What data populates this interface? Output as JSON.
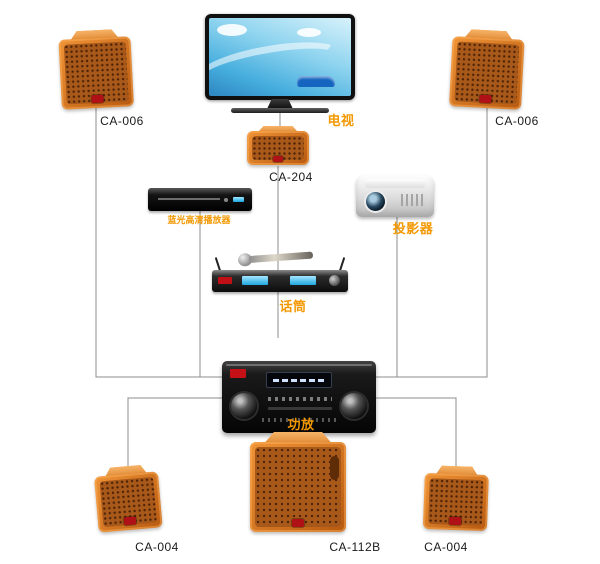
{
  "colors": {
    "label_orange": "#f39800",
    "label_black": "#1a1a1a",
    "line_gray": "#8c8c8c",
    "speaker_orange": "#d4722a"
  },
  "devices": {
    "speaker_top_left": {
      "label": "CA-006"
    },
    "tv": {
      "label": "电视"
    },
    "speaker_top_right": {
      "label": "CA-006"
    },
    "center_speaker": {
      "label": "CA-204"
    },
    "bluray_player": {
      "label": "蓝光高清播放器"
    },
    "projector": {
      "label": "投影器"
    },
    "microphone_system": {
      "label": "话筒"
    },
    "amplifier": {
      "label": "功放"
    },
    "speaker_bottom_left": {
      "label": "CA-004"
    },
    "subwoofer": {
      "label": "CA-112B"
    },
    "speaker_bottom_right": {
      "label": "CA-004"
    }
  }
}
